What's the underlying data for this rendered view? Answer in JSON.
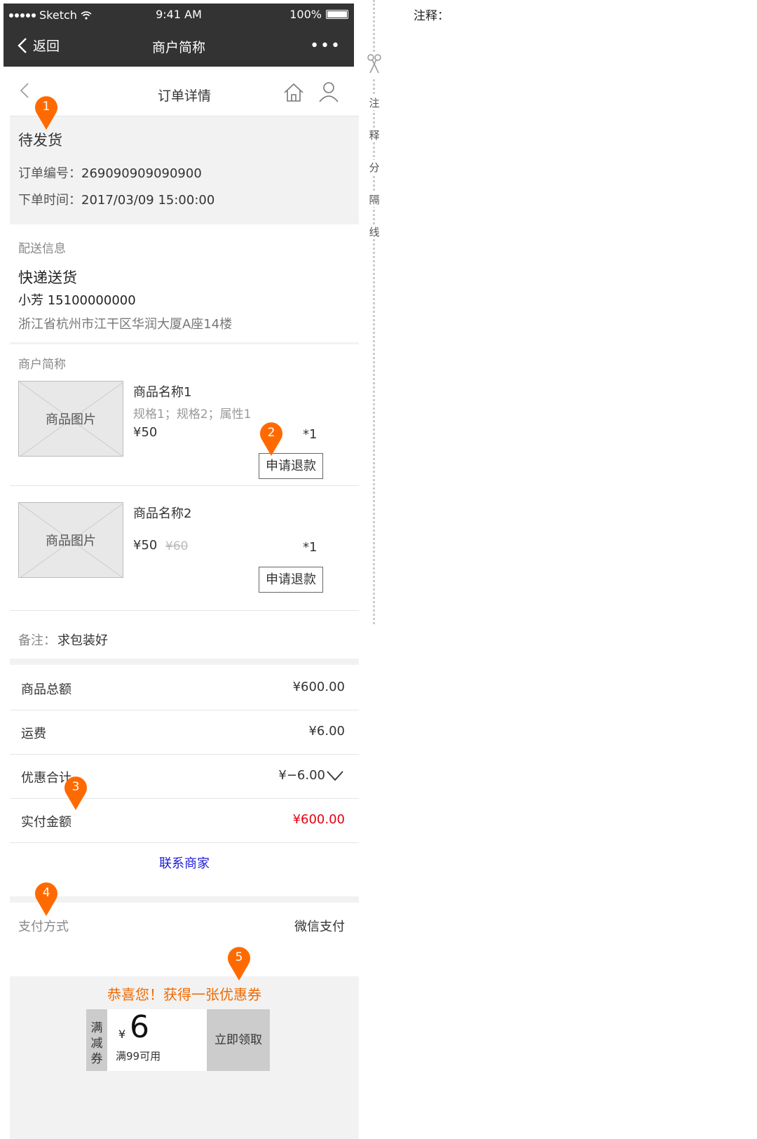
{
  "status_bar": {
    "carrier": "Sketch",
    "time": "9:41 AM",
    "battery": "100%"
  },
  "nav": {
    "back_label": "返回",
    "title": "商户简称",
    "more": "•••"
  },
  "page_header": {
    "back_icon": "chevron-left-icon",
    "title": "订单详情",
    "home_icon": "home-icon",
    "user_icon": "user-icon"
  },
  "order": {
    "status": "待发货",
    "number_label": "订单编号：",
    "number": "269090909090900",
    "time_label": "下单时间：",
    "time": "2017/03/09 15:00:00"
  },
  "shipping": {
    "section_label": "配送信息",
    "method": "快递送货",
    "contact": "小芳   15100000000",
    "address": "浙江省杭州市江干区华润大厦A座14楼"
  },
  "merchant": {
    "name": "商户简称"
  },
  "items": [
    {
      "image_label": "商品图片",
      "name": "商品名称1",
      "specs": "规格1；规格2；属性1",
      "price": "¥50",
      "qty": "*1",
      "refund_label": "申请退款"
    },
    {
      "image_label": "商品图片",
      "name": "商品名称2",
      "price": "¥50",
      "old_price": "¥60",
      "qty": "*1",
      "refund_label": "申请退款"
    }
  ],
  "remark": {
    "label": "备注：",
    "value": "求包装好"
  },
  "summary": [
    {
      "label": "商品总额",
      "value": "¥600.00"
    },
    {
      "label": "运费",
      "value": "¥6.00"
    },
    {
      "label": "优惠合计",
      "value": "¥−6.00"
    },
    {
      "label": "实付金额",
      "value": "¥600.00"
    }
  ],
  "contact_merchant": "联系商家",
  "payment": {
    "label": "支付方式",
    "value": "微信支付"
  },
  "coupon": {
    "congrats": "恭喜您！获得一张优惠券",
    "tag_line1": "满",
    "tag_line2": "减",
    "tag_line3": "券",
    "currency": "¥",
    "amount": "6",
    "condition": "满99可用",
    "claim_label": "立即领取"
  },
  "markers": [
    "1",
    "2",
    "3",
    "4",
    "5"
  ],
  "notes": {
    "title": "注释：",
    "divider_chars": [
      "注",
      "释",
      "分",
      "隔",
      "线"
    ]
  },
  "colors": {
    "nav_bg": "#333333",
    "marker": "#ff6a00",
    "paid_amount": "#e60012",
    "link": "#1a1adb",
    "congrats": "#f06a00"
  }
}
